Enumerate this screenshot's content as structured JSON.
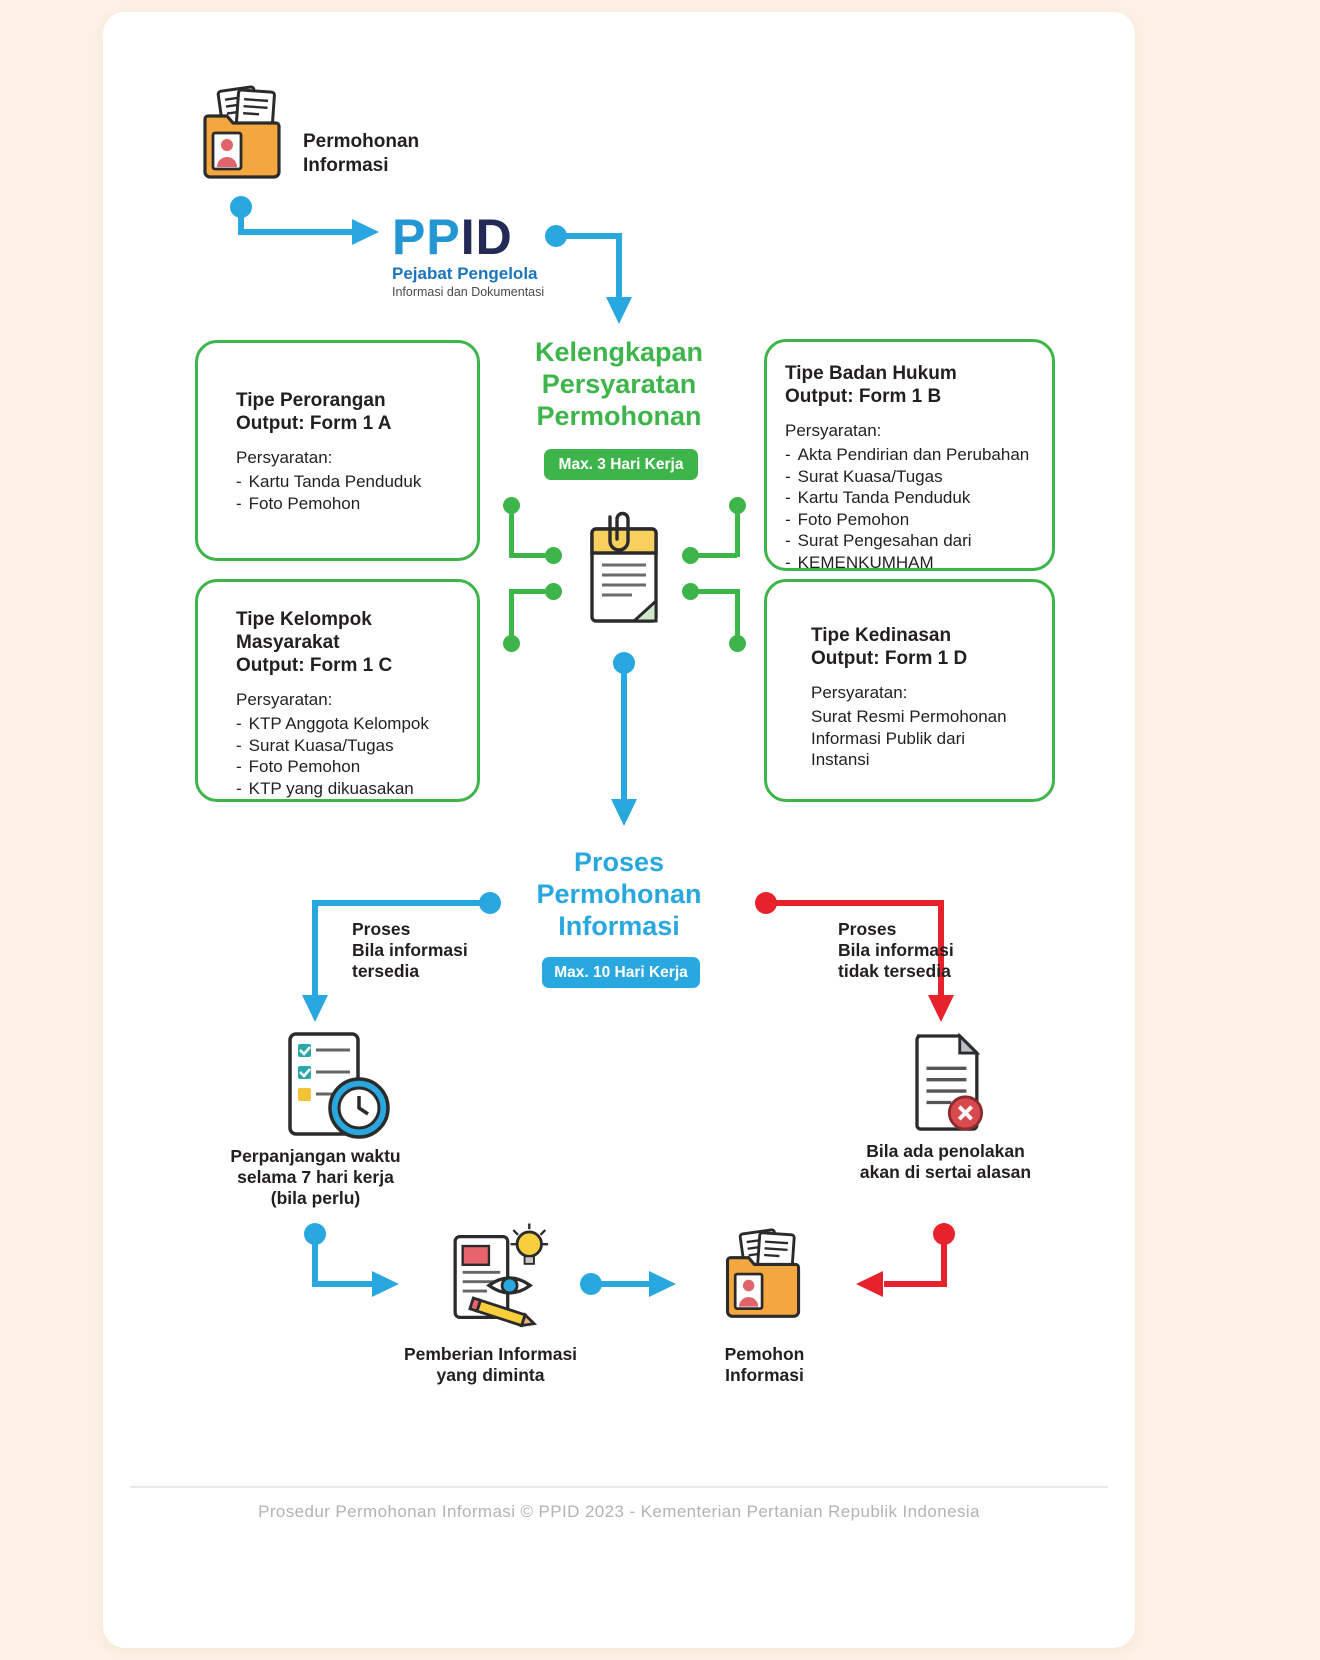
{
  "colors": {
    "green": "#3db54a",
    "blue": "#29a8e0",
    "red": "#e8222a",
    "dark": "#231f20",
    "folder_orange": "#f3a73e"
  },
  "start": {
    "label": "Permohonan\nInformasi"
  },
  "logo": {
    "pp": "PP",
    "id": "ID",
    "subtitle1": "Pejabat Pengelola",
    "subtitle2": "Informasi dan Dokumentasi"
  },
  "stage_requirements": {
    "title": "Kelengkapan\nPersyaratan\nPermohonan",
    "badge": "Max. 3 Hari Kerja"
  },
  "type_boxes": {
    "perorangan": {
      "title": "Tipe Perorangan\nOutput: Form 1 A",
      "req_label": "Persyaratan:",
      "items": [
        "Kartu Tanda Penduduk",
        "Foto Pemohon"
      ]
    },
    "badan_hukum": {
      "title": "Tipe Badan Hukum\nOutput: Form 1 B",
      "req_label": "Persyaratan:",
      "items": [
        "Akta Pendirian dan Perubahan",
        "Surat Kuasa/Tugas",
        "Kartu Tanda Penduduk",
        "Foto Pemohon",
        "Surat Pengesahan dari",
        "KEMENKUMHAM"
      ]
    },
    "kelompok": {
      "title": "Tipe Kelompok\nMasyarakat\nOutput: Form 1 C",
      "req_label": "Persyaratan:",
      "items": [
        "KTP Anggota Kelompok",
        "Surat Kuasa/Tugas",
        "Foto Pemohon",
        "KTP yang dikuasakan"
      ]
    },
    "kedinasan": {
      "title": "Tipe Kedinasan\nOutput: Form 1 D",
      "req_label": "Persyaratan:",
      "text": "Surat Resmi Permohonan\nInformasi Publik dari\nInstansi"
    }
  },
  "stage_process": {
    "title": "Proses\nPermohonan\nInformasi",
    "badge": "Max. 10 Hari Kerja"
  },
  "branch_available": {
    "label": "Proses\nBila informasi\ntersedia",
    "caption": "Perpanjangan waktu\nselama 7 hari kerja\n(bila perlu)"
  },
  "branch_unavailable": {
    "label": "Proses\nBila informasi\ntidak tersedia",
    "caption": "Bila ada penolakan\nakan di sertai alasan"
  },
  "delivery": {
    "caption": "Pemberian Informasi\nyang diminta"
  },
  "requester": {
    "caption": "Pemohon\nInformasi"
  },
  "footer": {
    "text": "Prosedur Permohonan Informasi © PPID 2023 - Kementerian Pertanian Republik Indonesia"
  }
}
